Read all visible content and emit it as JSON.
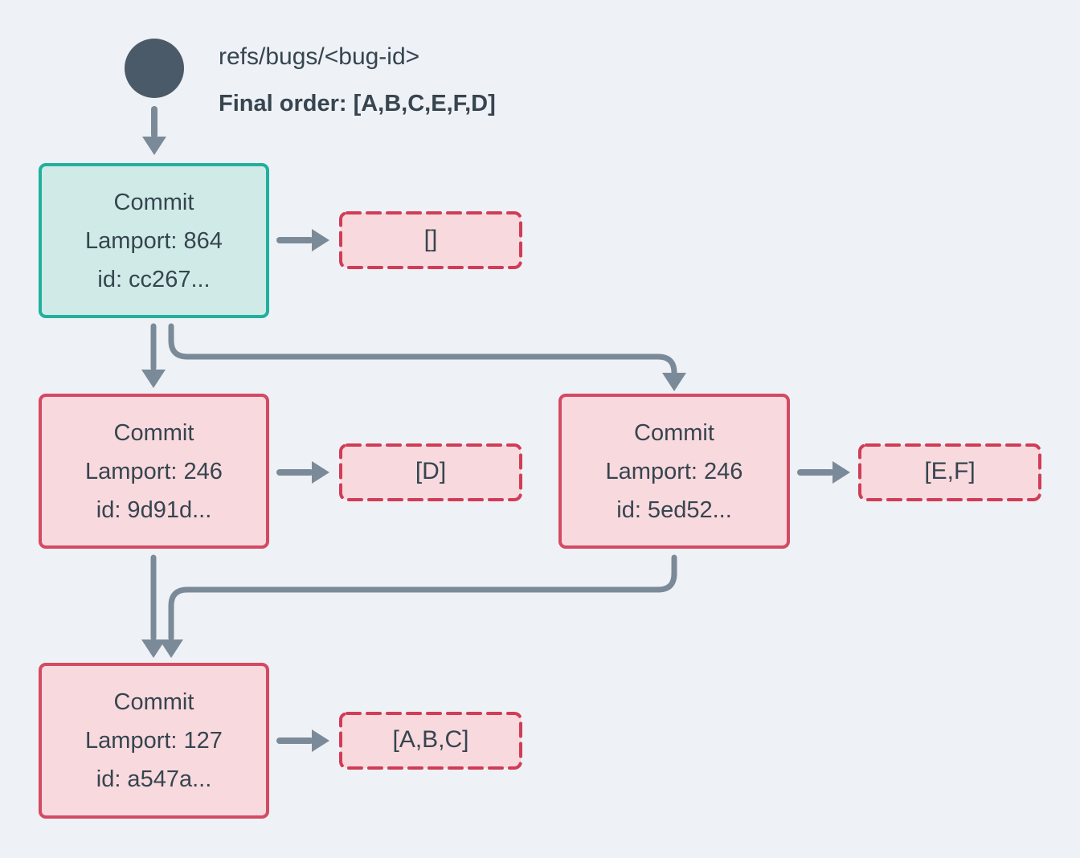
{
  "colors": {
    "background": "#eef1f5",
    "ink": "#36454f",
    "arrow": "#7b8a98",
    "node_dark": "#4b5a68",
    "teal_border": "#21b09e",
    "teal_fill": "#d0ebe7",
    "red_border": "#d34a62",
    "red_dash": "#d13c56",
    "pink_fill": "#f8d9de"
  },
  "header": {
    "ref": "refs/bugs/<bug-id>",
    "final_order": "Final order: [A,B,C,E,F,D]"
  },
  "commits": [
    {
      "title": "Commit",
      "lamport": "Lamport: 864",
      "id": "id: cc267...",
      "ops": "[]"
    },
    {
      "title": "Commit",
      "lamport": "Lamport: 246",
      "id": "id: 9d91d...",
      "ops": "[D]"
    },
    {
      "title": "Commit",
      "lamport": "Lamport: 246",
      "id": "id: 5ed52...",
      "ops": "[E,F]"
    },
    {
      "title": "Commit",
      "lamport": "Lamport: 127",
      "id": "id: a547a...",
      "ops": "[A,B,C]"
    }
  ]
}
